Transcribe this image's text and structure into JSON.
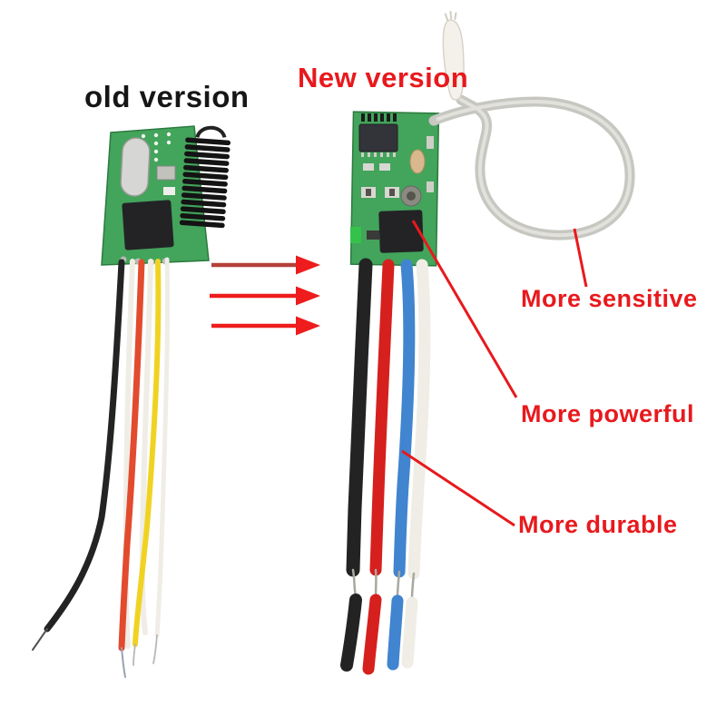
{
  "scene": {
    "title_old": "old version",
    "title_new": "New version"
  },
  "annotations": {
    "sensitive": "More sensitive",
    "powerful": "More powerful",
    "durable": "More durable"
  },
  "colors": {
    "annotation_red": "#e8191d",
    "arrow_red": "#ee1c1c",
    "arrow_dark_red": "#b5413a",
    "old_title_black": "#161616",
    "pcb_green": "#43a45b",
    "pcb_edge_green": "#2c7a3f",
    "chip_black": "#232326",
    "coil_black": "#141414",
    "crystal_silver": "#d6d6d4",
    "antenna_gray": "#c7c7c1",
    "antenna_highlight": "#e2e1dc",
    "antenna_tip_cream": "#f3f1ea",
    "wire_black": "#232323",
    "wire_red_old": "#e24b2e",
    "wire_red_new": "#d6201d",
    "wire_yellow": "#f0d322",
    "wire_white": "#efede5",
    "wire_blue": "#4184cf",
    "bare_wire_gray": "#a8a8a0"
  }
}
